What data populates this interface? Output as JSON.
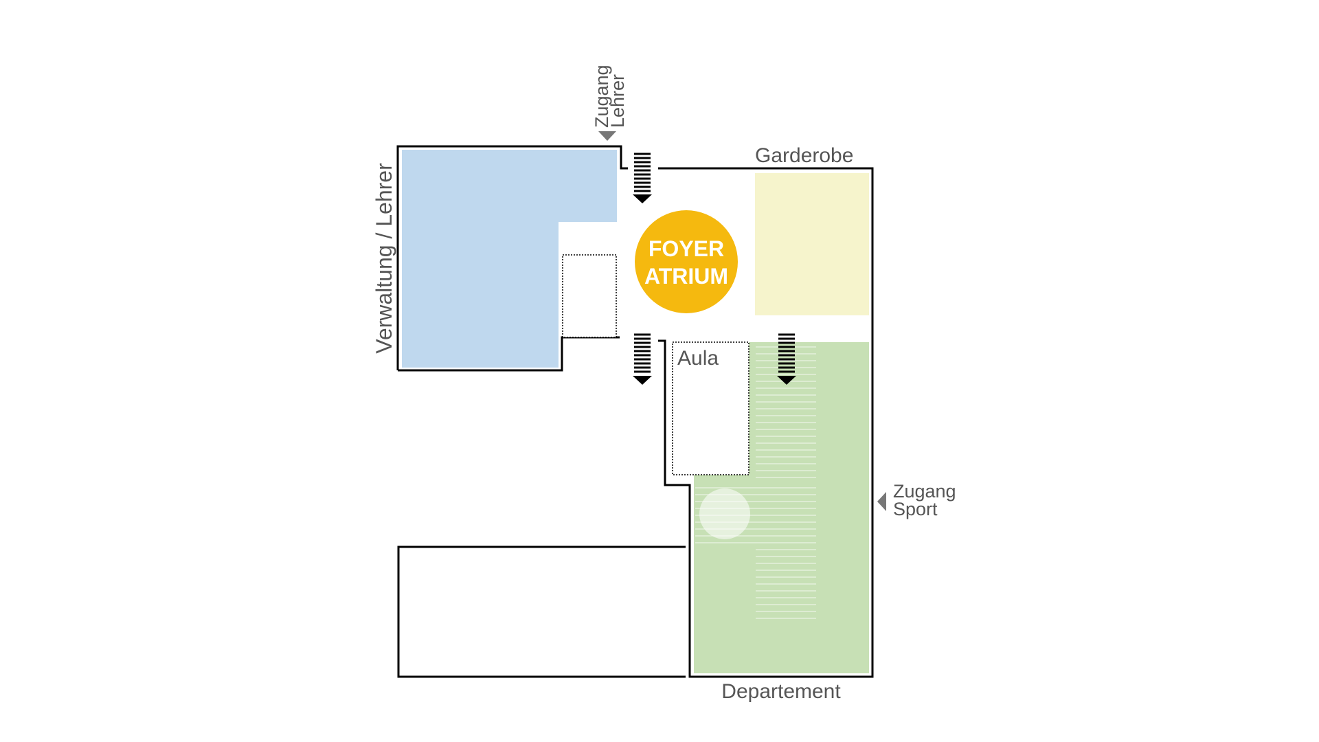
{
  "diagram": {
    "areas": {
      "verwaltung": {
        "label": "Verwaltung / Lehrer",
        "color": "#bfd8ee"
      },
      "garderobe": {
        "label": "Garderobe",
        "color": "#f6f4cc"
      },
      "departement": {
        "label": "Departement",
        "color": "#c7e0b5"
      },
      "aula": {
        "label": "Aula"
      },
      "foyer": {
        "line1": "FOYER",
        "line2": "ATRIUM",
        "color": "#f5b90f"
      }
    },
    "entrances": {
      "lehrer": {
        "line1": "Zugang",
        "line2": "Lehrer"
      },
      "sport": {
        "line1": "Zugang",
        "line2": "Sport"
      }
    },
    "colors": {
      "outline": "#000000",
      "text": "#555555",
      "marker": "#777777"
    }
  }
}
